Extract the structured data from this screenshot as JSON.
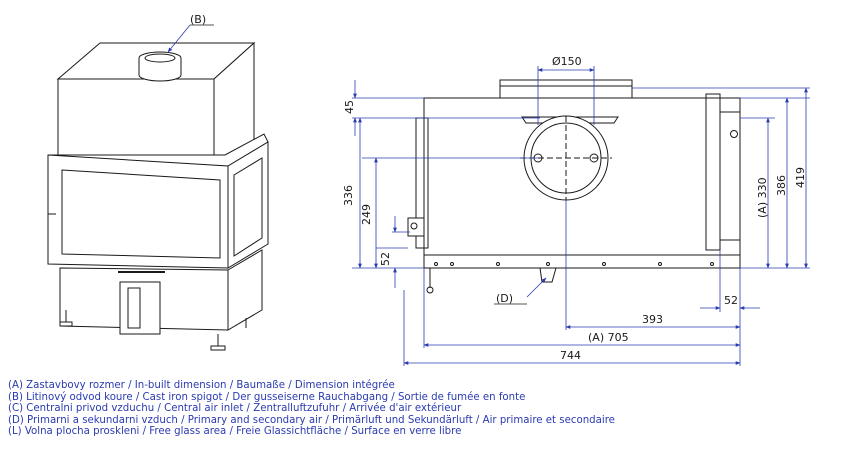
{
  "callouts": {
    "b": "(B)",
    "d": "(D)"
  },
  "dimensions": {
    "diameter": "Ø150",
    "d45": "45",
    "d336": "336",
    "d249": "249",
    "d52_left": "52",
    "d330": "(A) 330",
    "d386": "386",
    "d419": "419",
    "d52_bottom": "52",
    "d393": "393",
    "d705": "(A) 705",
    "d744": "744"
  },
  "legend": [
    "(A)  Zastavbovy rozmer / In-built dimension / Baumaße / Dimension intégrée",
    "(B)  Litinový odvod koure / Cast iron spigot / Der gusseiserne Rauchabgang /  Sortie de fumée en fonte",
    "(C)  Centralni privod vzduchu / Central air inlet / Zentralluftzufuhr / Arrivée  d'air extérieur",
    "(D)  Primarni a sekundarni vzduch / Primary and secondary air / Primärluft und  Sekundärluft / Air primaire et secondaire",
    "(L)  Volna plocha proskleni / Free glass area / Freie Glassichtfläche / Surface  en verre libre"
  ],
  "colors": {
    "dimension_line": "#2a3bb0",
    "outline": "#1a1a1a",
    "legend_text": "#2a3bb0"
  }
}
